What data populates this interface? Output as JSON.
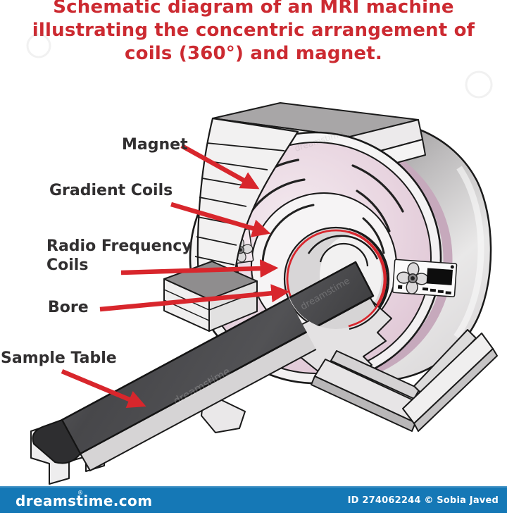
{
  "title": {
    "line1": "Schematic diagram of an MRI machine",
    "line2": "illustrating the concentric arrangement of",
    "line3": "coils (360°) and magnet."
  },
  "labels": {
    "magnet": "Magnet",
    "gradient_coils": "Gradient Coils",
    "rf_coils_line1": "Radio Frequency",
    "rf_coils_line2": "Coils",
    "bore": "Bore",
    "sample_table": "Sample Table"
  },
  "watermark": {
    "text": "dreamstime"
  },
  "footer": {
    "logo": "dreamstime.com",
    "reg_mark": "®",
    "credit": "ID 274062244 © Sobia Javed"
  },
  "colors": {
    "title_red": "#cc2a31",
    "arrow_red": "#d8262c",
    "bore_ring_red": "#d8272e",
    "machine_pink": "#e5cfdb",
    "rim_mauve": "#c6a9bc",
    "footer_blue": "#1578b6",
    "label_text": "#312f30"
  }
}
